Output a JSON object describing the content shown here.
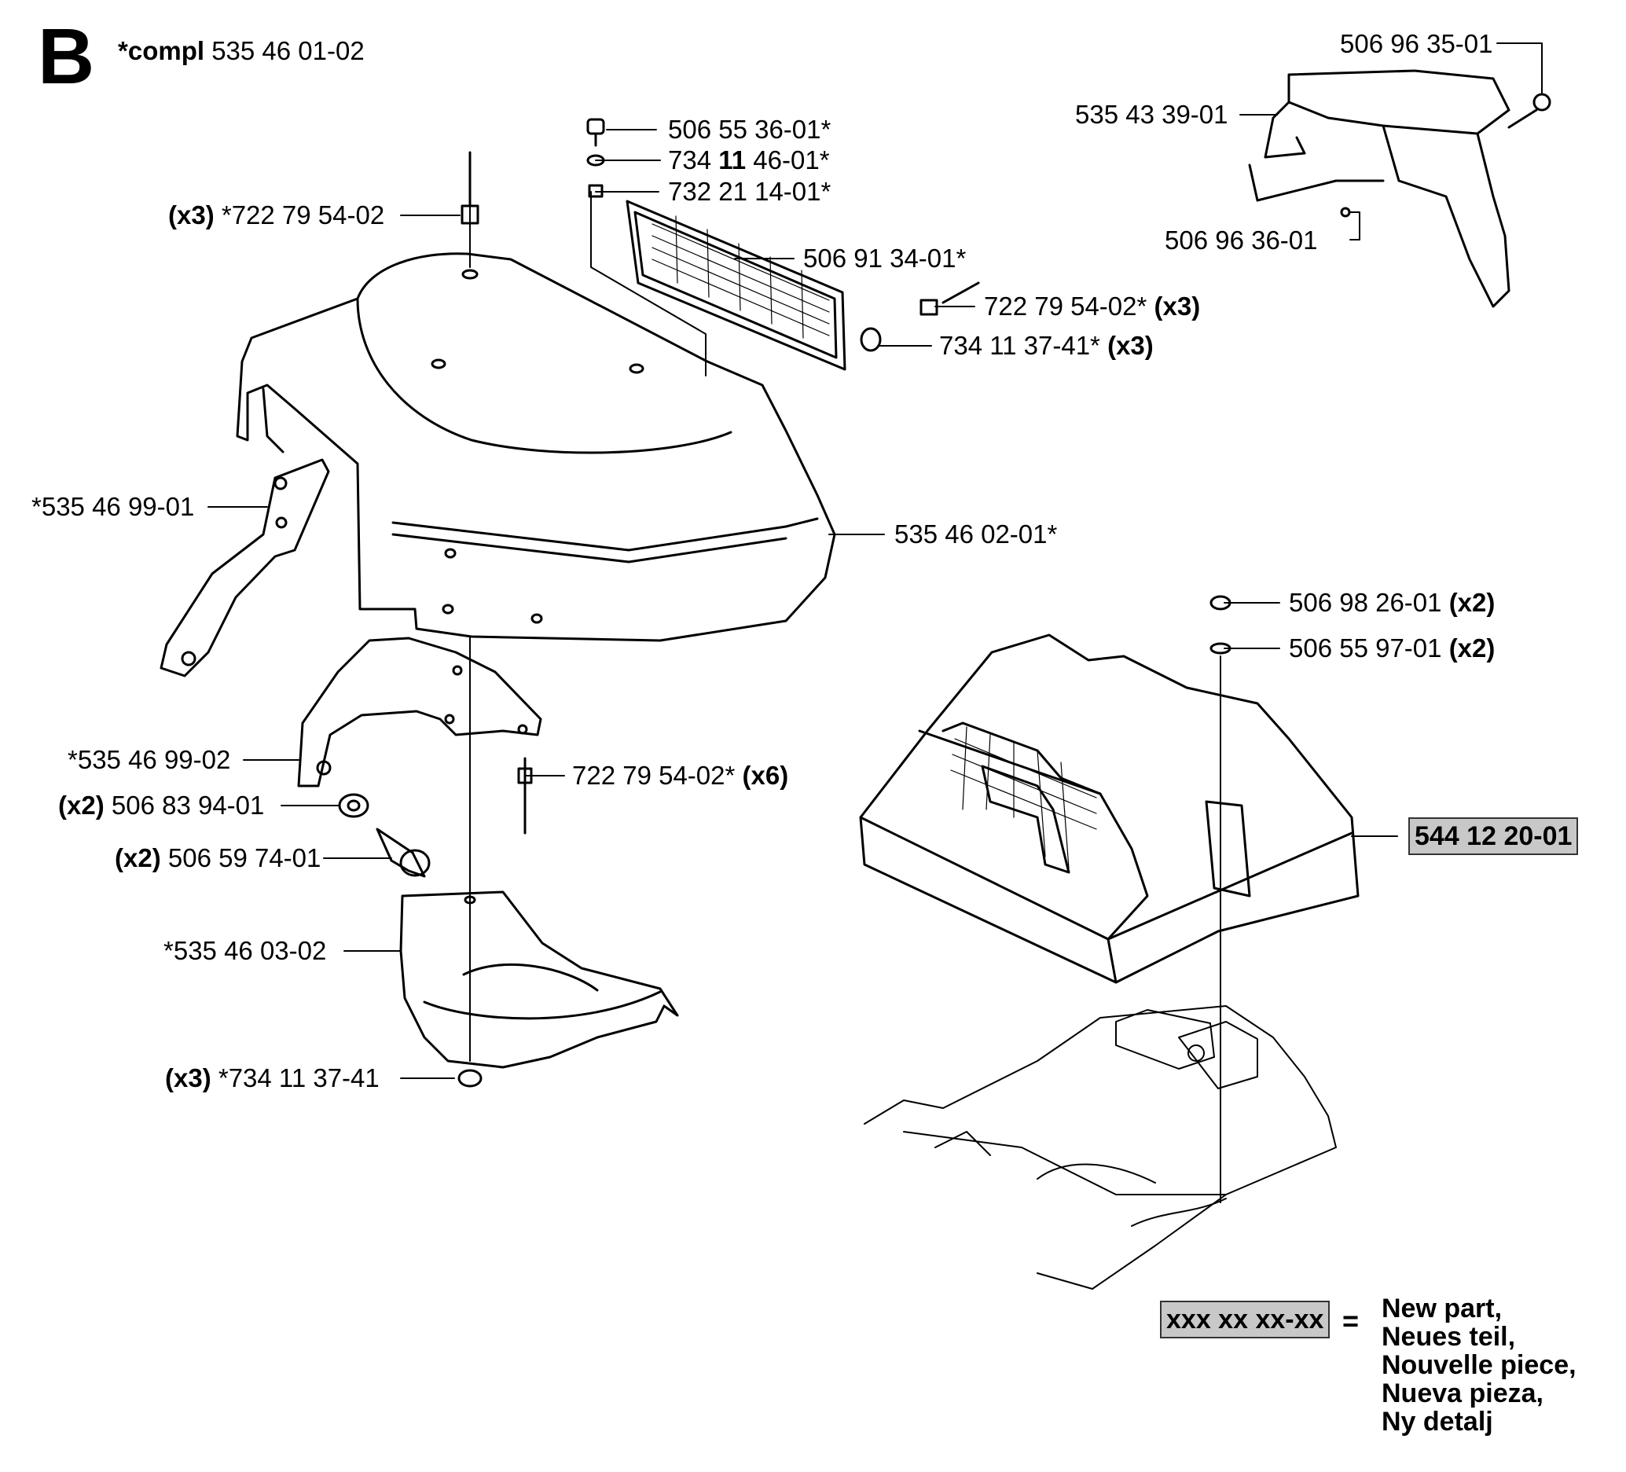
{
  "section_letter": "B",
  "compl": {
    "prefix": "*compl",
    "number": "535 46 01-02"
  },
  "labels": {
    "l_506963501": "506 96 35-01",
    "l_535433901": "535 43 39-01",
    "l_506963601": "506 96 36-01",
    "l_506553601": "506 55 36-01*",
    "l_734114601_a": "734",
    "l_734114601_b": "11",
    "l_734114601_c": "46-01*",
    "l_732211401": "732 21 14-01*",
    "l_722795402_x3_qty": "(x3)",
    "l_722795402_x3_num": "*722 79 54-02",
    "l_506913401": "506 91 34-01*",
    "l_722795402b_num": "722 79 54-02*",
    "l_722795402b_qty": "(x3)",
    "l_734113741_num": "734 11 37-41*",
    "l_734113741_qty": "(x3)",
    "l_535469901": "*535 46 99-01",
    "l_535460201": "535 46 02-01*",
    "l_506982601_num": "506 98 26-01",
    "l_506982601_qty": "(x2)",
    "l_506559701_num": "506 55 97-01",
    "l_506559701_qty": "(x2)",
    "l_535469902": "*535 46 99-02",
    "l_722795402c_num": "722 79 54-02*",
    "l_722795402c_qty": "(x6)",
    "l_506839401_qty": "(x2)",
    "l_506839401_num": "506 83 94-01",
    "l_506597401_qty": "(x2)",
    "l_506597401_num": "506 59 74-01",
    "l_535460302": "*535 46 03-02",
    "l_734113741b_qty": "(x3)",
    "l_734113741b_num": "*734 11 37-41"
  },
  "highlight_part": "544 12 20-01",
  "legend": {
    "sample": "xxx xx xx-xx",
    "equals": "=",
    "lines": [
      "New part,",
      "Neues teil,",
      "Nouvelle piece,",
      "Nueva pieza,",
      "Ny detalj"
    ]
  },
  "colors": {
    "highlight_bg": "#c8c8c8",
    "line": "#000000"
  }
}
